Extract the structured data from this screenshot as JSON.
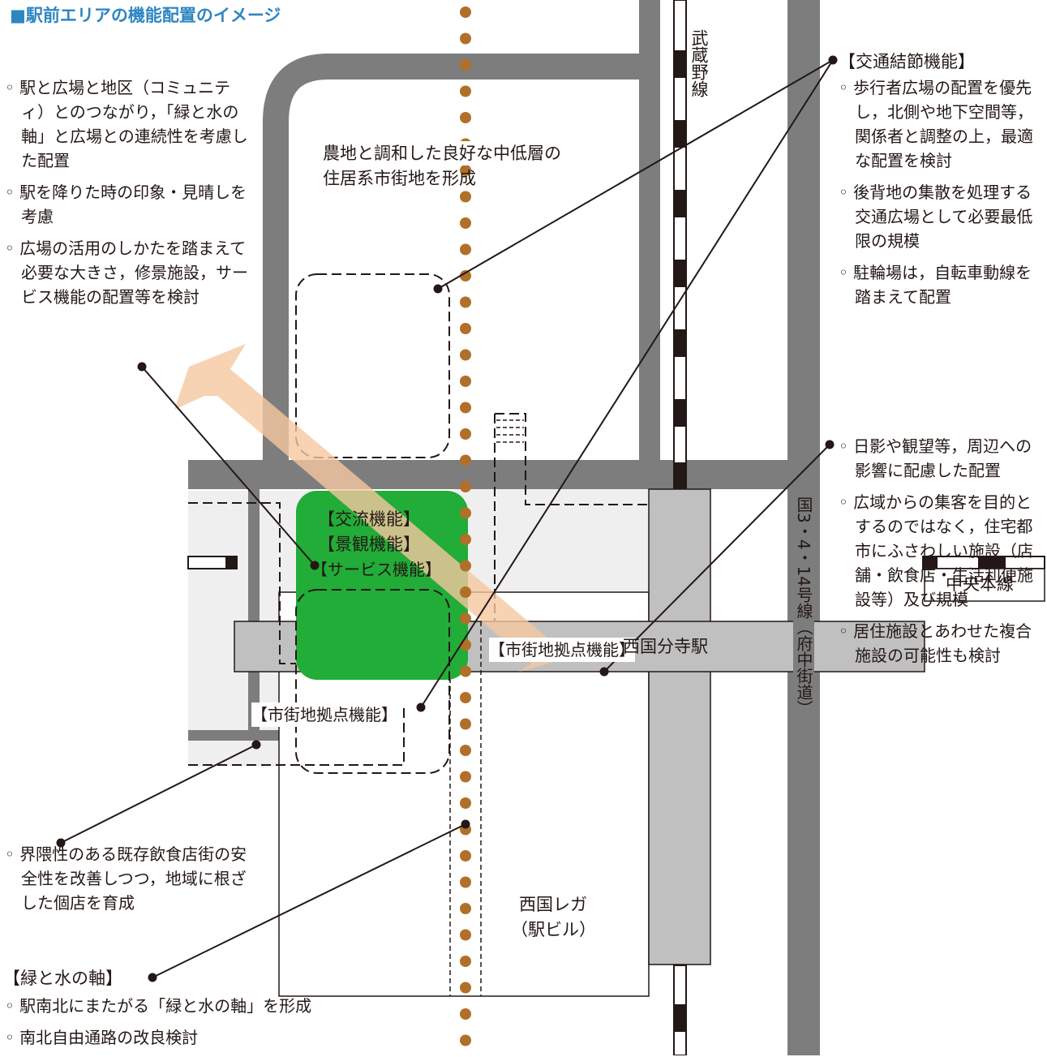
{
  "title": "■駅前エリアの機能配置のイメージ",
  "left_notes_top": [
    "駅と広場と地区（コミュニティ）とのつながり，「緑と水の軸」と広場との連続性を考慮した配置",
    "駅を降りた時の印象・見晴しを考慮",
    "広場の活用のしかたを踏まえて必要な大きさ，修景施設，サービス機能の配置等を検討"
  ],
  "left_notes_bottom": [
    "界隈性のある既存飲食店街の安全性を改善しつつ，地域に根ざした個店を育成"
  ],
  "axis_header": "【緑と水の軸】",
  "axis_notes": [
    "駅南北にまたがる「緑と水の軸」を形成",
    "南北自由通路の改良検討"
  ],
  "transport_header": "【交通結節機能】",
  "transport_notes": [
    "歩行者広場の配置を優先し，北側や地下空間等，関係者と調整の上，最適な配置を検討",
    "後背地の集散を処理する交通広場として必要最低限の規模",
    "駐輪場は，自転車動線を踏まえて配置"
  ],
  "right_notes_lower": [
    "日影や観望等，周辺への影響に配慮した配置",
    "広域からの集客を目的とするのではなく，住宅都市にふさわしい施設（店舗・飲食店・生活利便施設等）及び規模",
    "居住施設とあわせた複合施設の可能性も検討"
  ],
  "map_labels": {
    "residential_line1": "農地と調和した良好な中低層の",
    "residential_line2": "住居系市街地を形成",
    "green_function_1": "【交流機能】",
    "green_function_2": "【景観機能】",
    "green_function_3": "【サービス機能】",
    "hub_left": "【市街地拠点機能】",
    "hub_right": "【市街地拠点機能】",
    "station": "西国分寺駅",
    "building_line1": "西国レガ",
    "building_line2": "（駅ビル）",
    "chuo_line": "中央本線",
    "musashino_line": "武蔵野線",
    "road_name": "国3・4・14号線（府中街道）"
  },
  "colors": {
    "road": "#7d7d7d",
    "station": "#c0c0c0",
    "light_area": "#efefef",
    "green_plaza": "#22ac38",
    "axis_arrow": "#f5c7a0",
    "dot_path": "#b0702a",
    "title_blue": "#2e86c1"
  }
}
